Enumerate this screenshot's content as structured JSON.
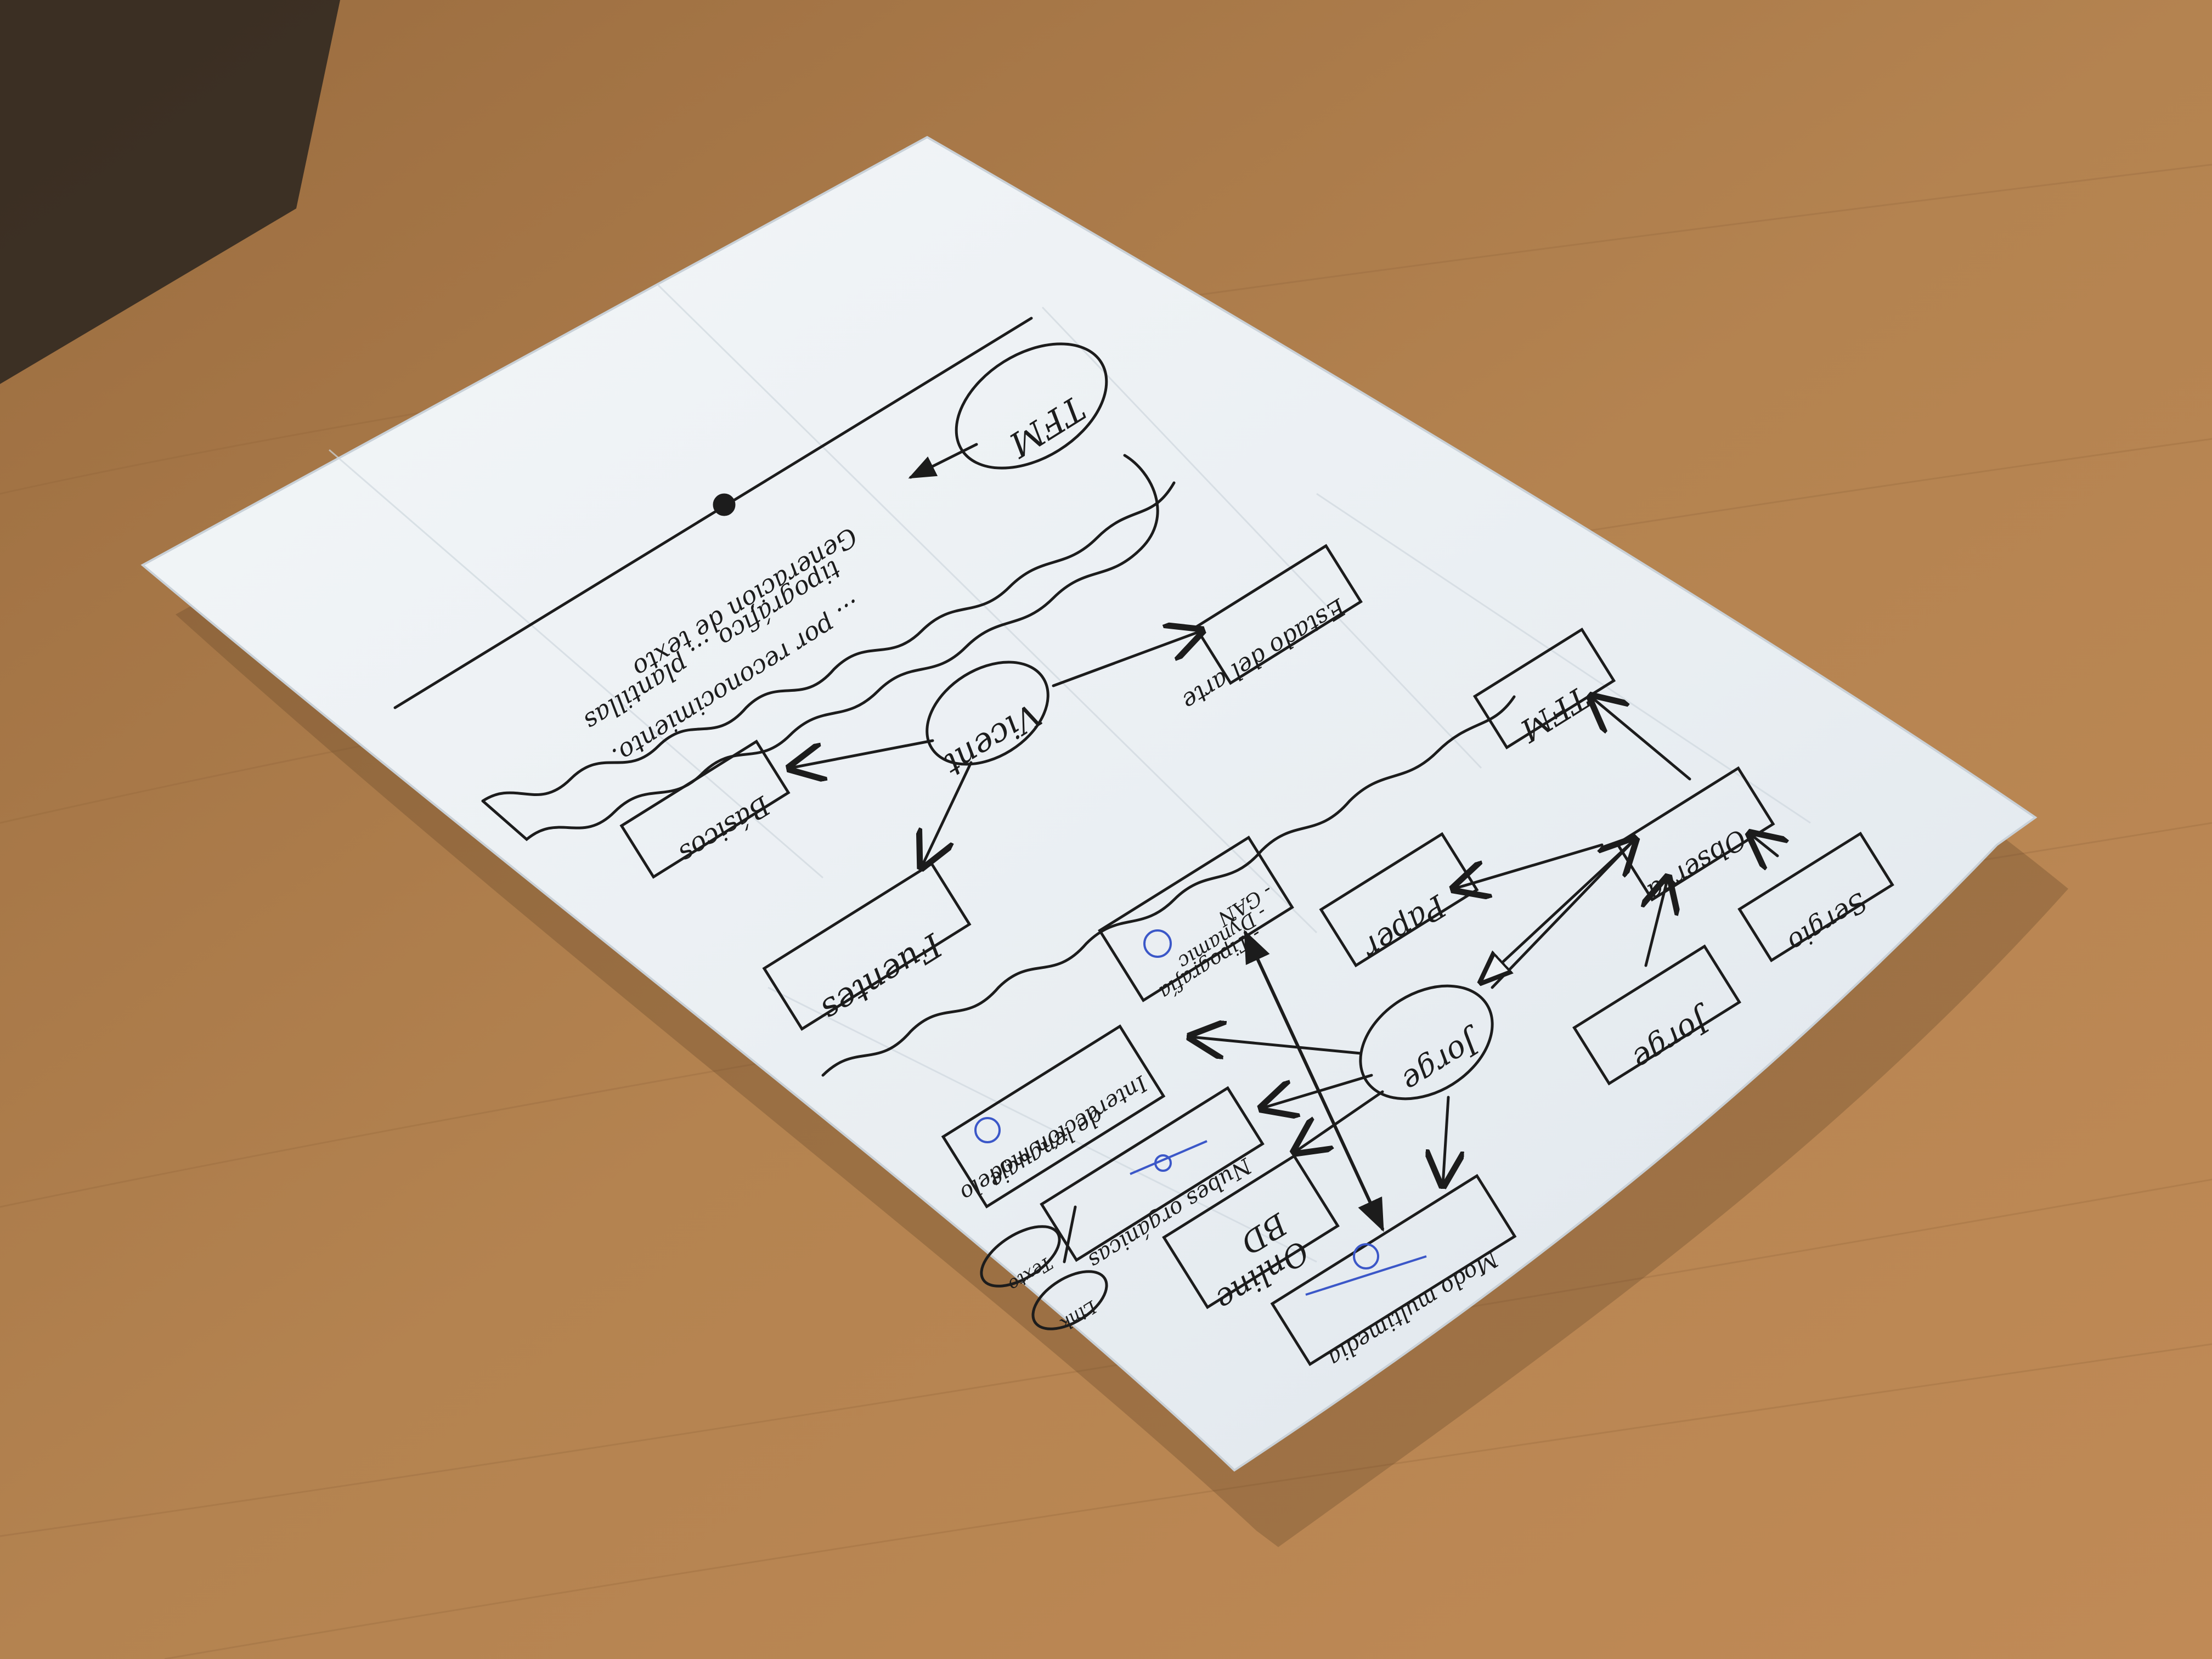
{
  "colors": {
    "desk": "#b07f4c",
    "desk_dark": "#8a5f35",
    "paper": "#eef2f5",
    "paper_shadow": "#dde3e8",
    "ink": "#1c1c1c",
    "blue_ink": "#3b57c8"
  },
  "sketch": {
    "top": {
      "circle_label": "TFM",
      "note_line_1": "Generación de texto",
      "note_line_2": "tipográfico ... plantillas",
      "note_line_3": "... por reconocimiento."
    },
    "middle": {
      "circle_label": "Vicent",
      "box_right": "Estado del arte",
      "box_left": "Básicos",
      "box_bottom": "Fuentes"
    },
    "bottom": {
      "circle_label": "Jorge",
      "box_tfm": "TFM",
      "box_observa": "Observa",
      "box_sergio": "Sergio",
      "box_jorge": "Jorge",
      "box_paper": "Paper",
      "box_gan_line_1": "- GAN",
      "box_gan_line_2": "- Dynamic",
      "box_gan_line_3": "- Tipografía",
      "box_interaccion_line_1": "Interacción modelo",
      "box_interaccion_line_2": "de lenguaje",
      "box_nubes": "Nubes orgánicas",
      "box_bd_line_1": "BD",
      "box_bd_line_2": "Online",
      "box_modo": "Modo multimedia",
      "oval_text": "Texto",
      "oval_link": "Link"
    }
  }
}
